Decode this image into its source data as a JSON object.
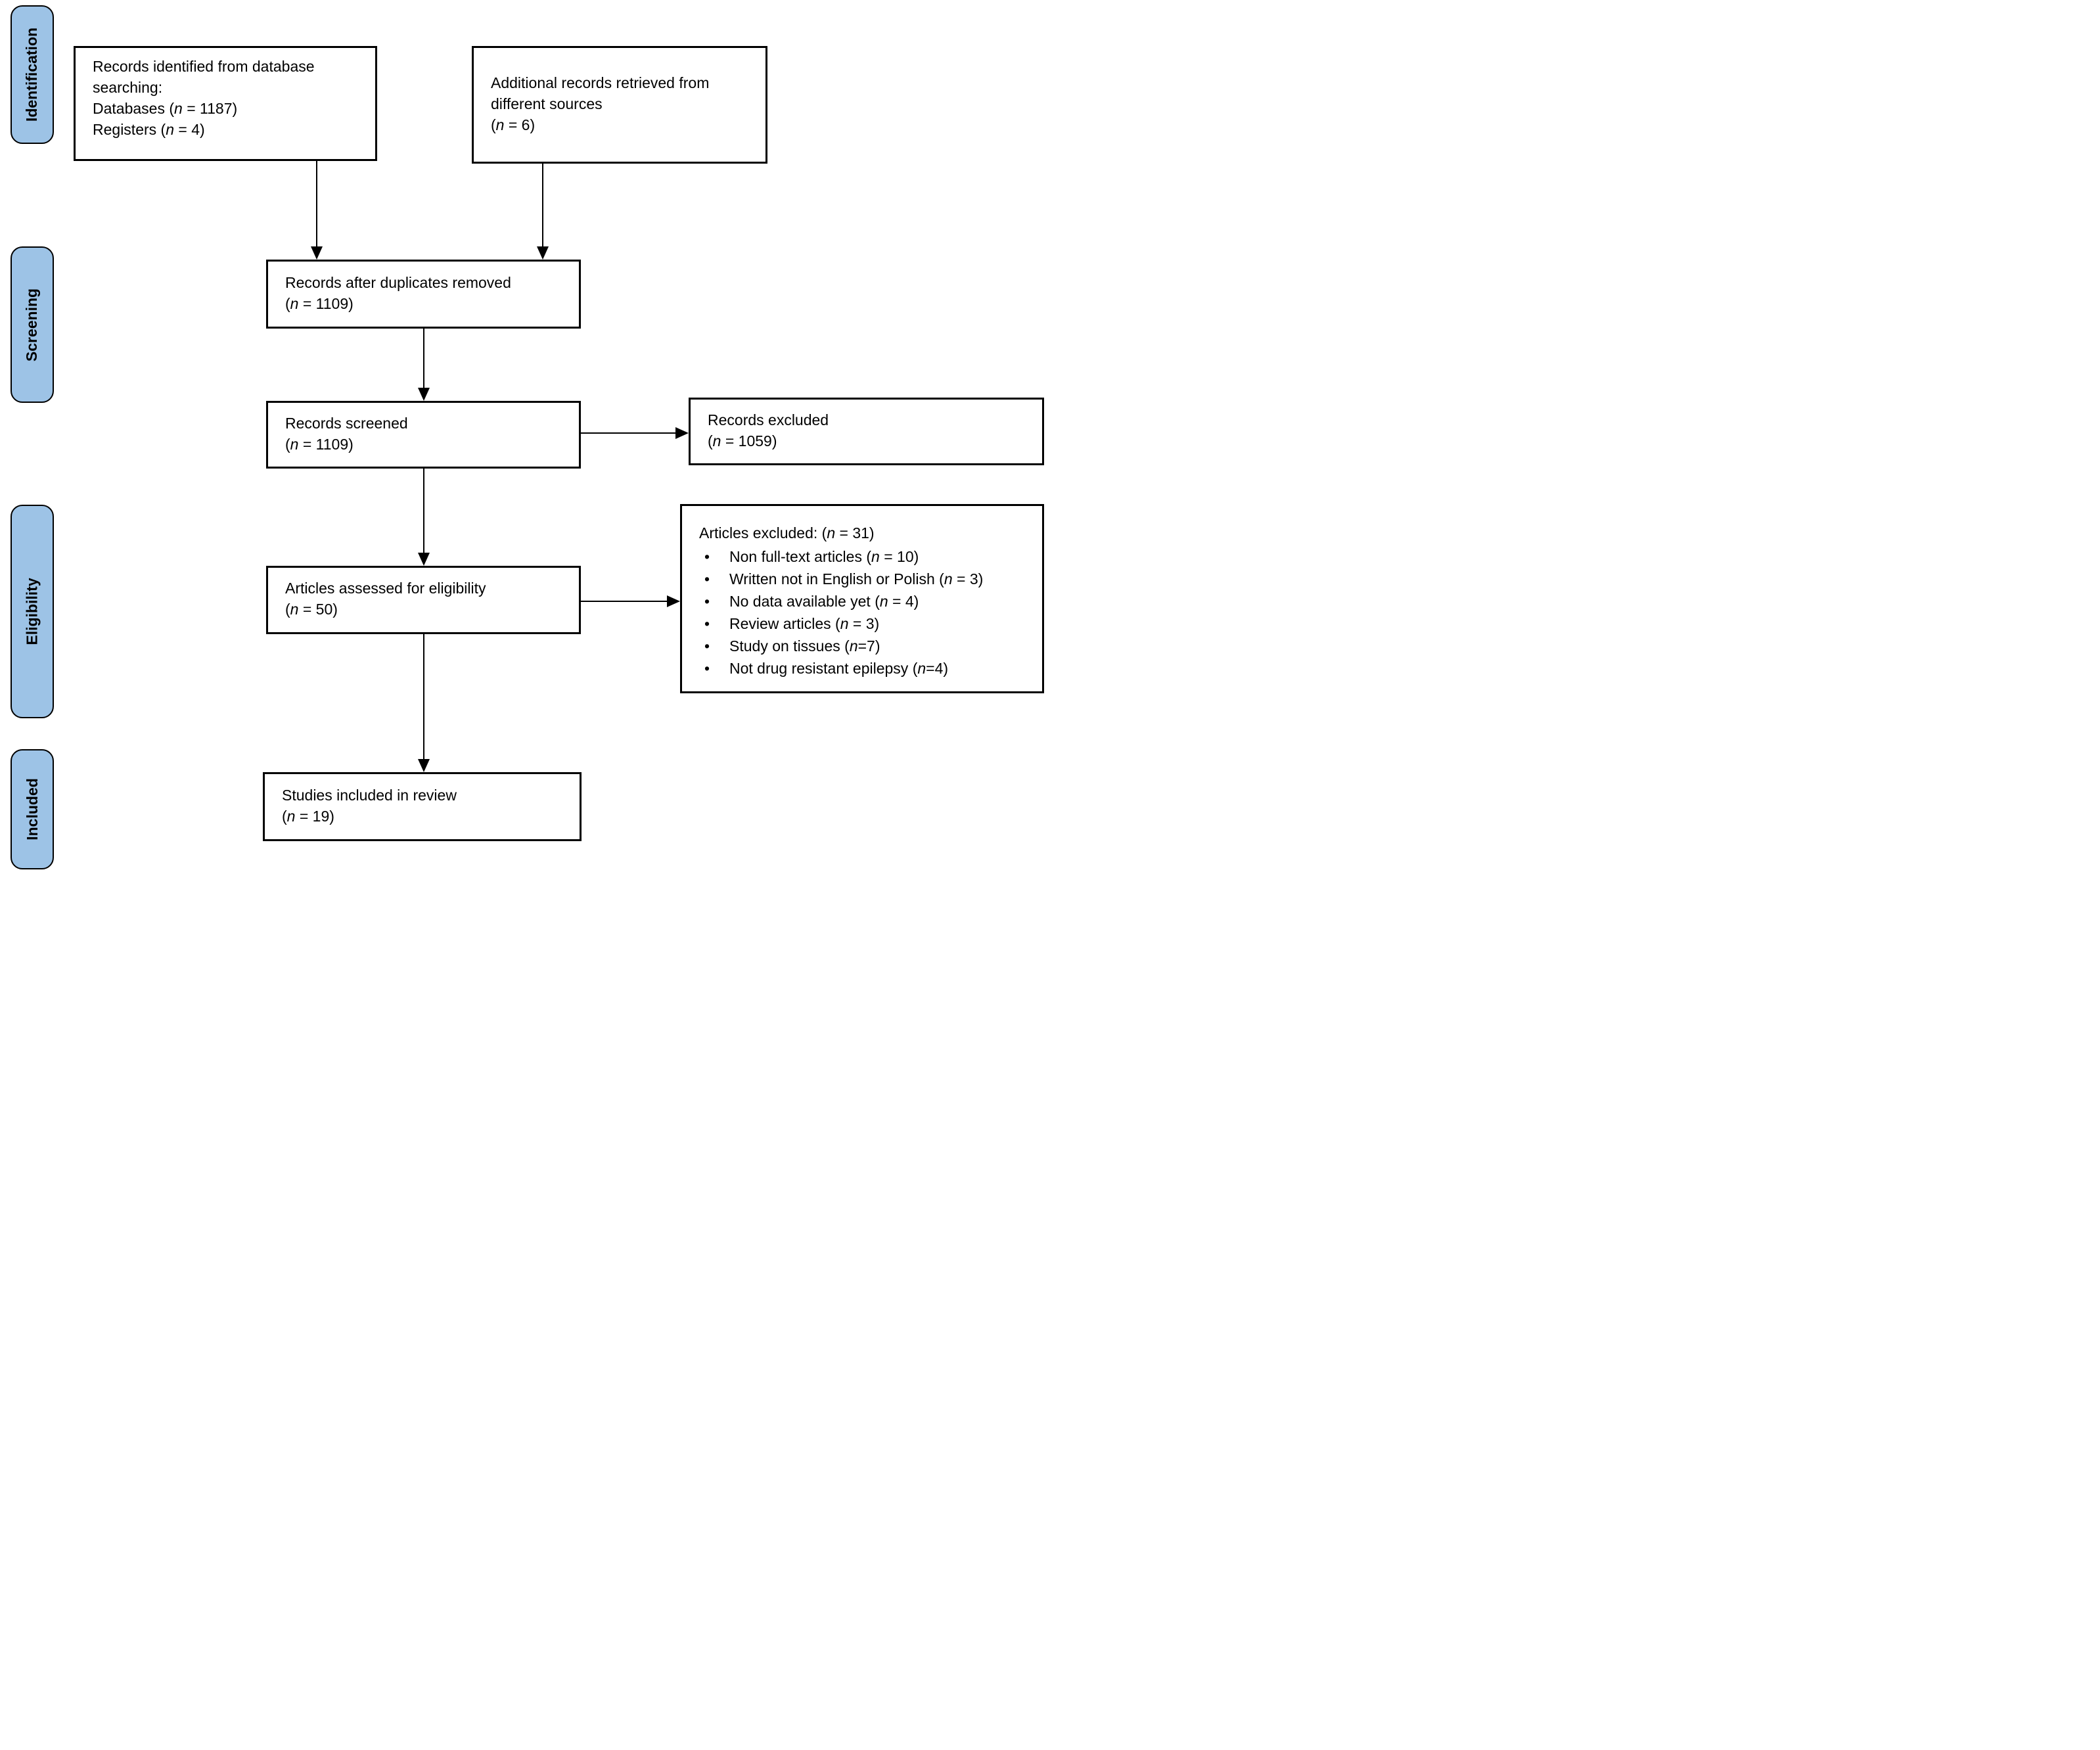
{
  "bullet_char": "•",
  "colors": {
    "stage_fill": "#9DC3E6",
    "line": "#000000"
  },
  "stages": {
    "identification": "Identification",
    "screening": "Screening",
    "eligibility": "Eligibility",
    "included": "Included"
  },
  "boxes": {
    "identified": {
      "line1": "Records identified from database",
      "line2": "searching:",
      "line3_pre": "Databases (",
      "line3_n": "n",
      "line3_post": " = 1187)",
      "line4_pre": "Registers (",
      "line4_n": "n",
      "line4_post": " = 4)"
    },
    "additional": {
      "line1": "Additional records retrieved from",
      "line2": "different sources",
      "line3_pre": "(",
      "line3_n": "n",
      "line3_post": " = 6)"
    },
    "deduplicated": {
      "line1": "Records after duplicates removed",
      "line2_pre": "(",
      "line2_n": "n",
      "line2_post": " = 1109)"
    },
    "screened": {
      "line1": "Records screened",
      "line2_pre": "(",
      "line2_n": "n",
      "line2_post": " = 1109)"
    },
    "records_excluded": {
      "line1": "Records excluded",
      "line2_pre": "(",
      "line2_n": "n",
      "line2_post": " = 1059)"
    },
    "assessed": {
      "line1": "Articles assessed for eligibility",
      "line2_pre": "(",
      "line2_n": "n",
      "line2_post": " = 50)"
    },
    "articles_excluded": {
      "header_pre": "Articles excluded: (",
      "header_n": "n",
      "header_post": " = 31)",
      "bullets": [
        {
          "pre": "Non full-text articles (",
          "n": "n",
          "post": " = 10)"
        },
        {
          "pre": "Written not in English or Polish (",
          "n": "n",
          "post": " = 3)"
        },
        {
          "pre": "No data available yet (",
          "n": "n",
          "post": " = 4)"
        },
        {
          "pre": "Review articles (",
          "n": "n",
          "post": " = 3)"
        },
        {
          "pre": "Study on tissues (",
          "n": "n",
          "post": "=7)"
        },
        {
          "pre": "Not drug resistant epilepsy (",
          "n": "n",
          "post": "=4)"
        }
      ]
    },
    "included_studies": {
      "line1": "Studies included in review",
      "line2_pre": "(",
      "line2_n": "n",
      "line2_post": " = 19)"
    }
  }
}
